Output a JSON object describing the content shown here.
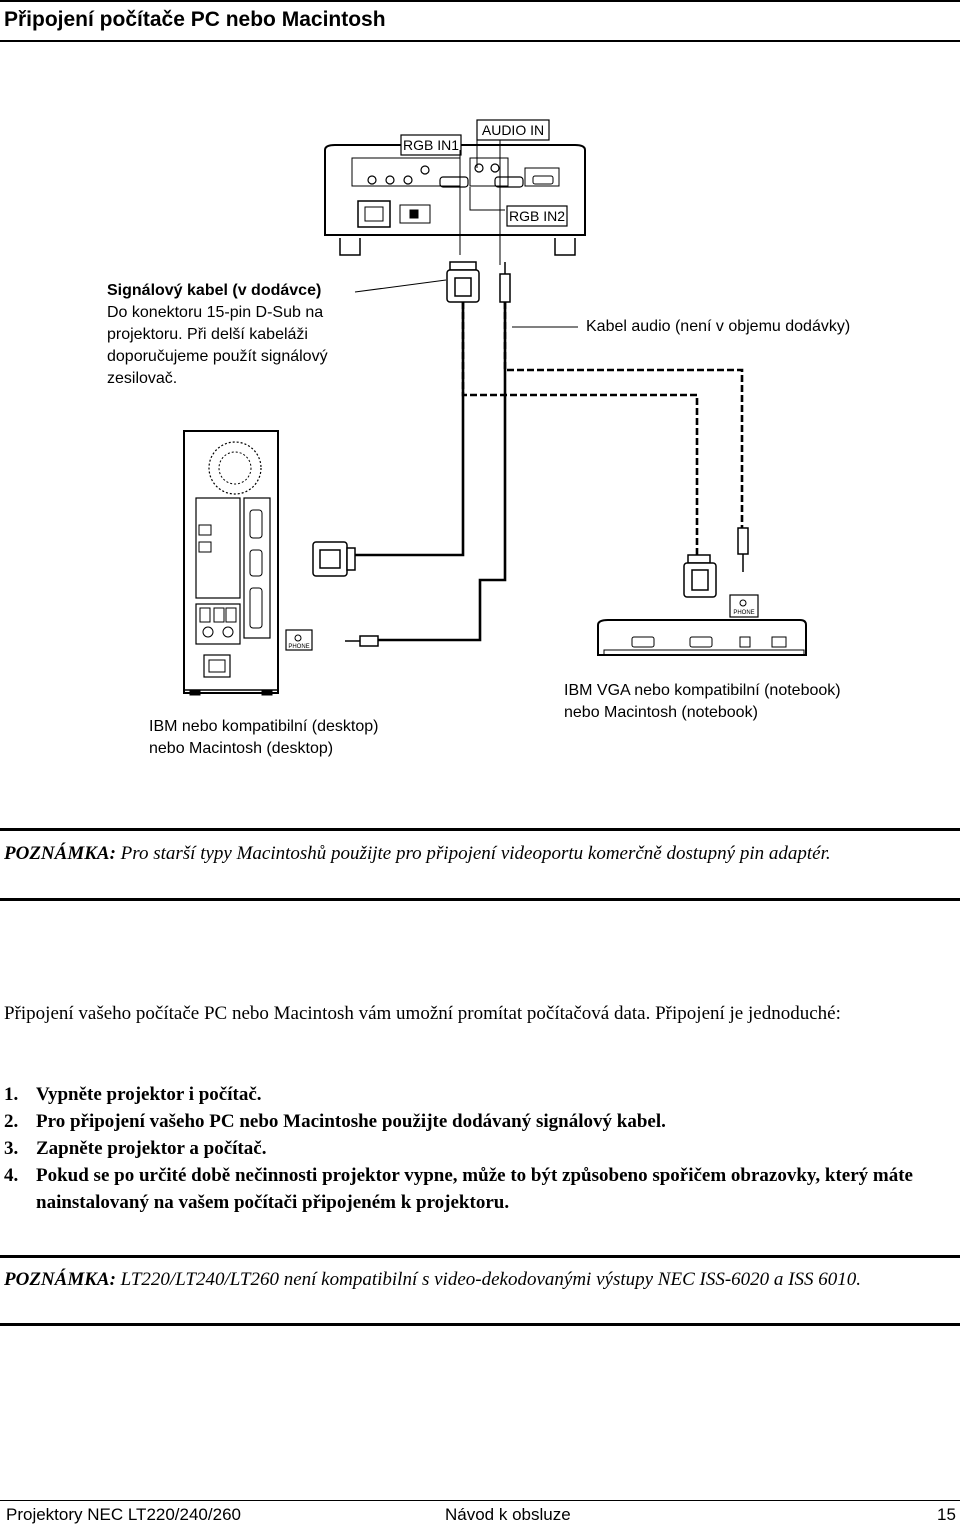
{
  "page": {
    "title": "Připojení počítače PC nebo Macintosh"
  },
  "diagram": {
    "port_rgb_in1": "RGB IN1",
    "port_audio_in": "AUDIO IN",
    "port_rgb_in2": "RGB IN2",
    "signal_cable_title": "Signálový kabel (v dodávce)",
    "signal_cable_lines": [
      "Do konektoru 15-pin D-Sub na",
      "projektoru. Při delší kabeláži",
      "doporučujeme použít signálový",
      "zesilovač."
    ],
    "audio_cable": "Kabel audio (není v objemu dodávky)",
    "desktop_lines": [
      "IBM nebo kompatibilní (desktop)",
      "nebo Macintosh (desktop)"
    ],
    "notebook_lines": [
      "IBM VGA nebo kompatibilní (notebook)",
      "nebo Macintosh (notebook)"
    ],
    "phone_label": "PHONE"
  },
  "note1": {
    "label": "POZNÁMKA:",
    "text": " Pro starší typy Macintoshů použijte pro připojení videoportu komerčně dostupný pin adaptér."
  },
  "intro": "Připojení vašeho počítače PC nebo Macintosh vám umožní promítat počítačová data. Připojení je jednoduché:",
  "steps": [
    {
      "num": "1.",
      "text": "Vypněte projektor i počítač."
    },
    {
      "num": "2.",
      "text": "Pro připojení vašeho PC nebo Macintoshe použijte dodávaný signálový kabel."
    },
    {
      "num": "3.",
      "text": "Zapněte projektor a počítač."
    },
    {
      "num": "4.",
      "text": "Pokud se po určité době nečinnosti projektor vypne, může to být způsobeno spořičem obrazovky, který máte nainstalovaný na vašem počítači připojeném k projektoru."
    }
  ],
  "note2": {
    "label": "POZNÁMKA:",
    "text": " LT220/LT240/LT260  není kompatibilní s video-dekodovanými výstupy NEC ISS-6020 a ISS 6010."
  },
  "footer": {
    "left": "Projektory NEC LT220/240/260",
    "center": "Návod k obsluze",
    "page": "15"
  }
}
